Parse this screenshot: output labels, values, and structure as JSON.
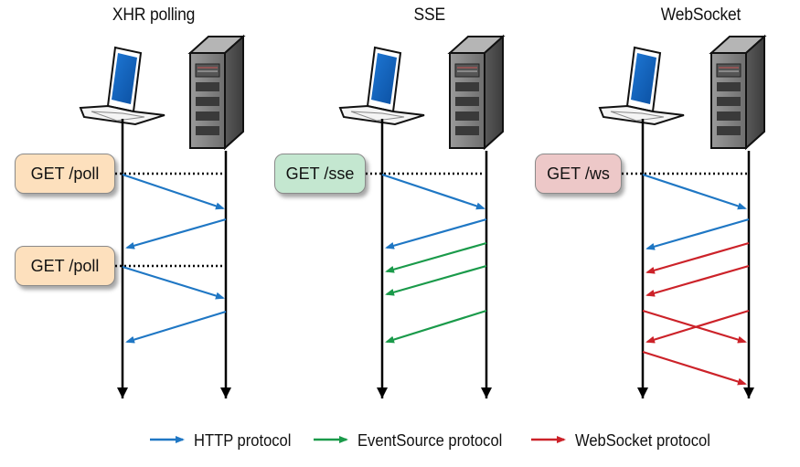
{
  "columns": [
    {
      "title": "XHR polling",
      "requests": [
        "GET /poll",
        "GET /poll"
      ]
    },
    {
      "title": "SSE",
      "requests": [
        "GET /sse"
      ]
    },
    {
      "title": "WebSocket",
      "requests": [
        "GET /ws"
      ]
    }
  ],
  "legend": [
    {
      "label": "HTTP protocol",
      "color": "#1f77c4"
    },
    {
      "label": "EventSource protocol",
      "color": "#1a9a4a"
    },
    {
      "label": "WebSocket protocol",
      "color": "#cc2229"
    }
  ],
  "colors": {
    "poll_badge": "#fde0bd",
    "sse_badge": "#c4e7d0",
    "ws_badge": "#edc8c8",
    "laptop_screen": "#1565c0",
    "server_body": "#8e8e8e"
  },
  "icons": [
    "laptop-icon",
    "server-icon"
  ]
}
